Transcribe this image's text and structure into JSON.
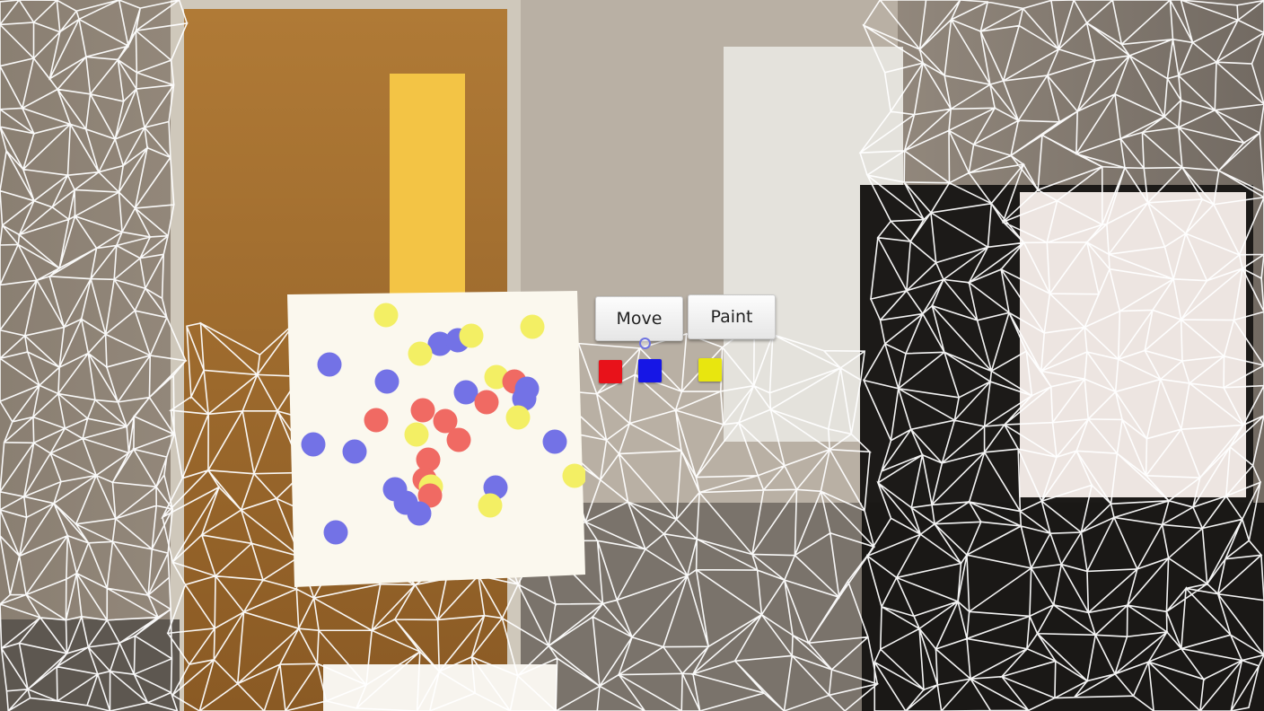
{
  "toolbar": {
    "move_label": "Move",
    "paint_label": "Paint"
  },
  "palette": [
    {
      "name": "red",
      "color": "#e8121a"
    },
    {
      "name": "blue",
      "color": "#1616e6"
    },
    {
      "name": "yellow",
      "color": "#e8e60f"
    }
  ],
  "canvas": {
    "background": "#fbf8ee",
    "dot_colors": {
      "red": "#f06a63",
      "blue": "#7372e6",
      "yellow": "#f3ef64"
    }
  },
  "colors": {
    "mesh": "#ffffff"
  }
}
